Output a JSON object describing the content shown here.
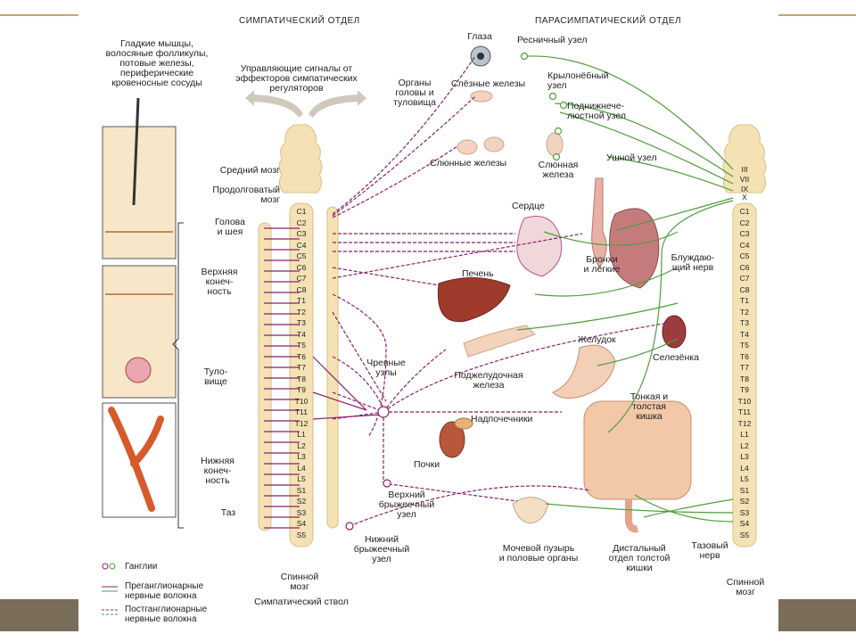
{
  "titles": {
    "sympathetic": "СИМПАТИЧЕСКИЙ ОТДЕЛ",
    "parasympathetic": "ПАРАСИМПАТИЧЕСКИЙ ОТДЕЛ"
  },
  "left_labels": {
    "smooth_muscles": "Гладкие мышцы,\nволосяные фолликулы,\nпотовые железы,\nпериферические\nкровеносные сосуды",
    "control_signals": "Управляющие сигналы от\nэффекторов симпатических\nрегуляторов",
    "midbrain": "Средний мозг",
    "medulla": "Продолговатый\nмозг",
    "head_neck": "Голова\nи шея",
    "upper_limb": "Верхняя\nконеч-\nность",
    "trunk": "Туло-\nвище",
    "lower_limb": "Нижняя\nконеч-\nность",
    "pelvis": "Таз"
  },
  "organ_labels": {
    "eyes": "Глаза",
    "ciliary": "Ресничный узел",
    "head_trunk_organs": "Органы\nголовы и\nтуловища",
    "lacrimal": "Слёзные железы",
    "pterygo": "Крылонёбный\nузел",
    "submandibular": "Поднижнече-\nлюстной узел",
    "salivary_glands": "Слюнные железы",
    "salivary_gland": "Слюнная\nжелеза",
    "otic": "Ушной узел",
    "heart": "Сердце",
    "bronchi": "Бронхи\nи лёгкие",
    "vagus": "Блуждаю-\nщий нерв",
    "liver": "Печень",
    "stomach": "Желудок",
    "spleen": "Селезёнка",
    "celiac": "Чревные\nузлы",
    "pancreas": "Поджелудочная\nжелеза",
    "adrenals": "Надпочечники",
    "intestines": "Тонкая и\nтолстая\nкишка",
    "kidneys": "Почки",
    "sup_mesenteric": "Верхний\nбрыжеечный\nузел",
    "inf_mesenteric": "Нижний\nбрыжеечный\nузел",
    "bladder": "Мочевой пузырь\nи половые органы",
    "distal_colon": "Дистальный\nотдел толстой\nкишки",
    "pelvic_nerve": "Тазовый\nнерв",
    "spinal_cord_left": "Спинной\nмозг",
    "spinal_cord_right": "Спинной\nмозг",
    "sympathetic_trunk": "Симпатический ствол"
  },
  "cranial_nerves": [
    "III",
    "VII",
    "IX",
    "X"
  ],
  "segments": [
    "C1",
    "C2",
    "C3",
    "C4",
    "C5",
    "C6",
    "C7",
    "C8",
    "T1",
    "T2",
    "T3",
    "T4",
    "T5",
    "T6",
    "T7",
    "T8",
    "T9",
    "T10",
    "T11",
    "T12",
    "L1",
    "L2",
    "L3",
    "L4",
    "L5",
    "S1",
    "S2",
    "S3",
    "S4",
    "S5"
  ],
  "legend": {
    "ganglia": "Ганглии",
    "preganglionic": "Преганглионарные\nнервные волокна",
    "postganglionic": "Постганглионарные\nнервные волокна"
  },
  "colors": {
    "sympathetic": "#8a1f6e",
    "parasympathetic": "#4f9e3a",
    "cord": "#f4e2b5",
    "cord_edge": "#d8bf86",
    "accent_bar": "#c9a66b"
  }
}
